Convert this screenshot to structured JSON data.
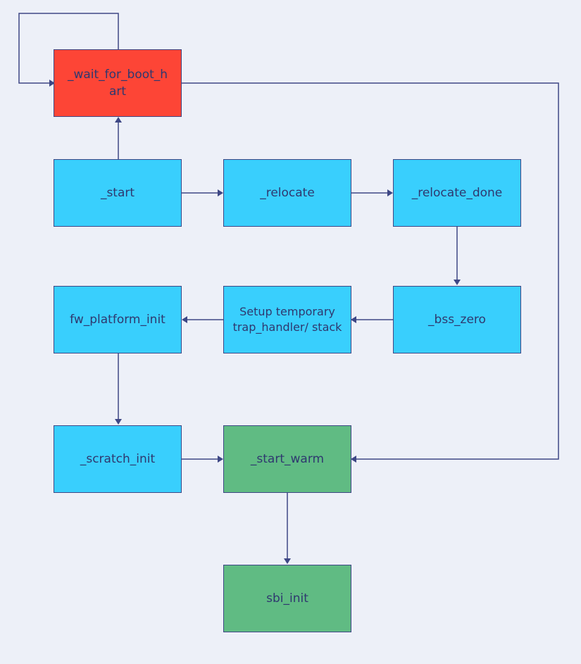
{
  "colors": {
    "background": "#edf0f8",
    "blue": "#39cffd",
    "red": "#fd4536",
    "green": "#60bb83",
    "stroke": "#3e4785",
    "text": "#2f386f"
  },
  "nodes": {
    "wait_for_boot_hart": "_wait_for_boot_h\nart",
    "start": "_start",
    "relocate": "_relocate",
    "relocate_done": "_relocate_done",
    "fw_platform_init": "fw_platform_init",
    "setup_trap": "Setup temporary trap_handler/ stack",
    "bss_zero": "_bss_zero",
    "scratch_init": "_scratch_init",
    "start_warm": "_start_warm",
    "sbi_init": "sbi_init"
  }
}
